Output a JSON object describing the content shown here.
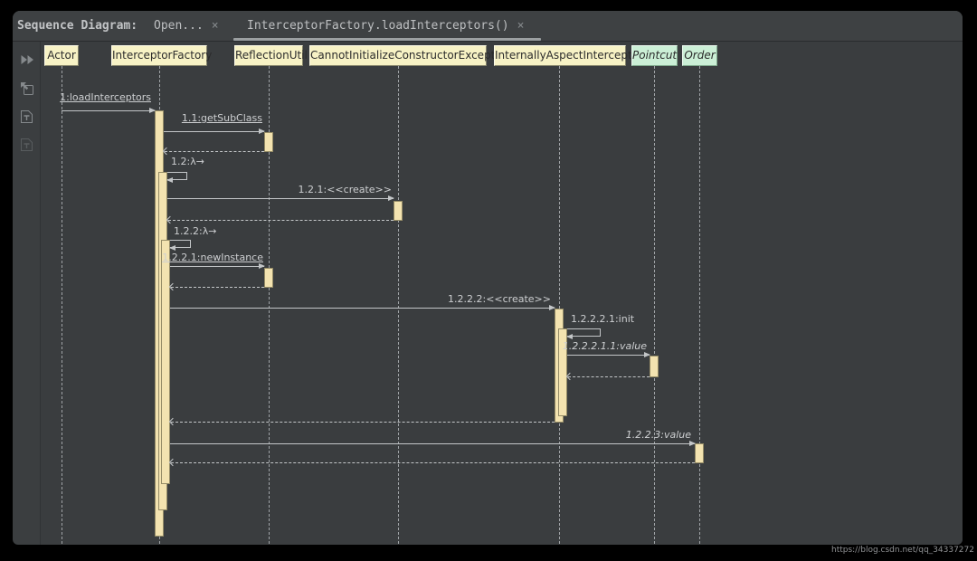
{
  "window": {
    "panel_title": "Sequence Diagram:",
    "tabs": [
      {
        "label": "Open...",
        "close": "×",
        "active": false
      },
      {
        "label": "InterceptorFactory.loadInterceptors()",
        "close": "×",
        "active": true
      }
    ]
  },
  "toolbar": {
    "icons": [
      {
        "name": "double-play-icon"
      },
      {
        "name": "export-image-icon"
      },
      {
        "name": "export-text-icon"
      },
      {
        "name": "export-text-disabled-icon"
      }
    ]
  },
  "diagram": {
    "participants": [
      {
        "name": "Actor",
        "type": "class"
      },
      {
        "name": "InterceptorFactory",
        "type": "class"
      },
      {
        "name": "ReflectionUtil",
        "type": "class"
      },
      {
        "name": "CannotInitializeConstructorException",
        "type": "class"
      },
      {
        "name": "InternallyAspectInterceptor",
        "type": "class"
      },
      {
        "name": "Pointcut",
        "type": "interface"
      },
      {
        "name": "Order",
        "type": "interface"
      }
    ],
    "messages": [
      {
        "label": "1:loadInterceptors",
        "from": "Actor",
        "to": "InterceptorFactory",
        "kind": "call",
        "underlined": true
      },
      {
        "label": "1.1:getSubClass",
        "from": "InterceptorFactory",
        "to": "ReflectionUtil",
        "kind": "call",
        "underlined": true
      },
      {
        "label": "1.2:λ→",
        "from": "InterceptorFactory",
        "to": "InterceptorFactory",
        "kind": "self"
      },
      {
        "label": "1.2.1:<<create>>",
        "from": "InterceptorFactory",
        "to": "CannotInitializeConstructorException",
        "kind": "create"
      },
      {
        "label": "1.2.2:λ→",
        "from": "InterceptorFactory",
        "to": "InterceptorFactory",
        "kind": "self"
      },
      {
        "label": "1.2.2.1:newInstance",
        "from": "InterceptorFactory",
        "to": "ReflectionUtil",
        "kind": "call",
        "underlined": true
      },
      {
        "label": "1.2.2.2:<<create>>",
        "from": "InterceptorFactory",
        "to": "InternallyAspectInterceptor",
        "kind": "create"
      },
      {
        "label": "1.2.2.2.1:init",
        "from": "InternallyAspectInterceptor",
        "to": "InternallyAspectInterceptor",
        "kind": "self"
      },
      {
        "label": "1.2.2.2.1.1:value",
        "from": "InternallyAspectInterceptor",
        "to": "Pointcut",
        "kind": "call",
        "italic": true
      },
      {
        "label": "1.2.2.3:value",
        "from": "InterceptorFactory",
        "to": "Order",
        "kind": "call",
        "italic": true
      }
    ],
    "colors": {
      "class_box_fill": "#F7F2C5",
      "interface_box_fill": "#CBEFD6",
      "activation_fill": "#F3E3B0",
      "line": "#C3C6C8",
      "background": "#3A3D3F"
    }
  },
  "watermark": "https://blog.csdn.net/qq_34337272"
}
